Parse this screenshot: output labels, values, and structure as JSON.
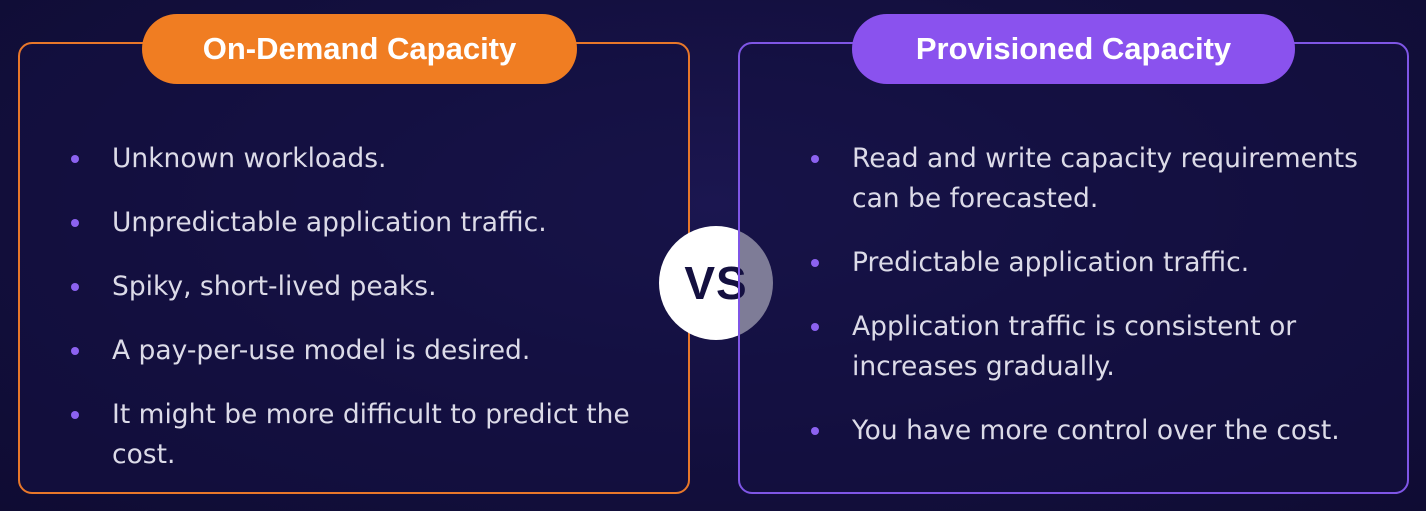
{
  "left": {
    "title": "On-Demand Capacity",
    "items": [
      "Unknown workloads.",
      "Unpredictable application traffic.",
      "Spiky, short-lived peaks.",
      "A pay-per-use model is desired.",
      "It might be more difficult to predict the cost."
    ]
  },
  "divider": {
    "label": "VS"
  },
  "right": {
    "title": "Provisioned Capacity",
    "items": [
      "Read and write capacity requirements can be forecasted.",
      "Predictable application traffic.",
      "Application traffic is consistent or increases gradually.",
      "You have more control over the cost."
    ]
  },
  "colors": {
    "background": "#130f3e",
    "left_accent": "#f07d22",
    "right_accent": "#8a52ee",
    "bullet": "#8c62f0",
    "text": "#dcdbe8"
  }
}
